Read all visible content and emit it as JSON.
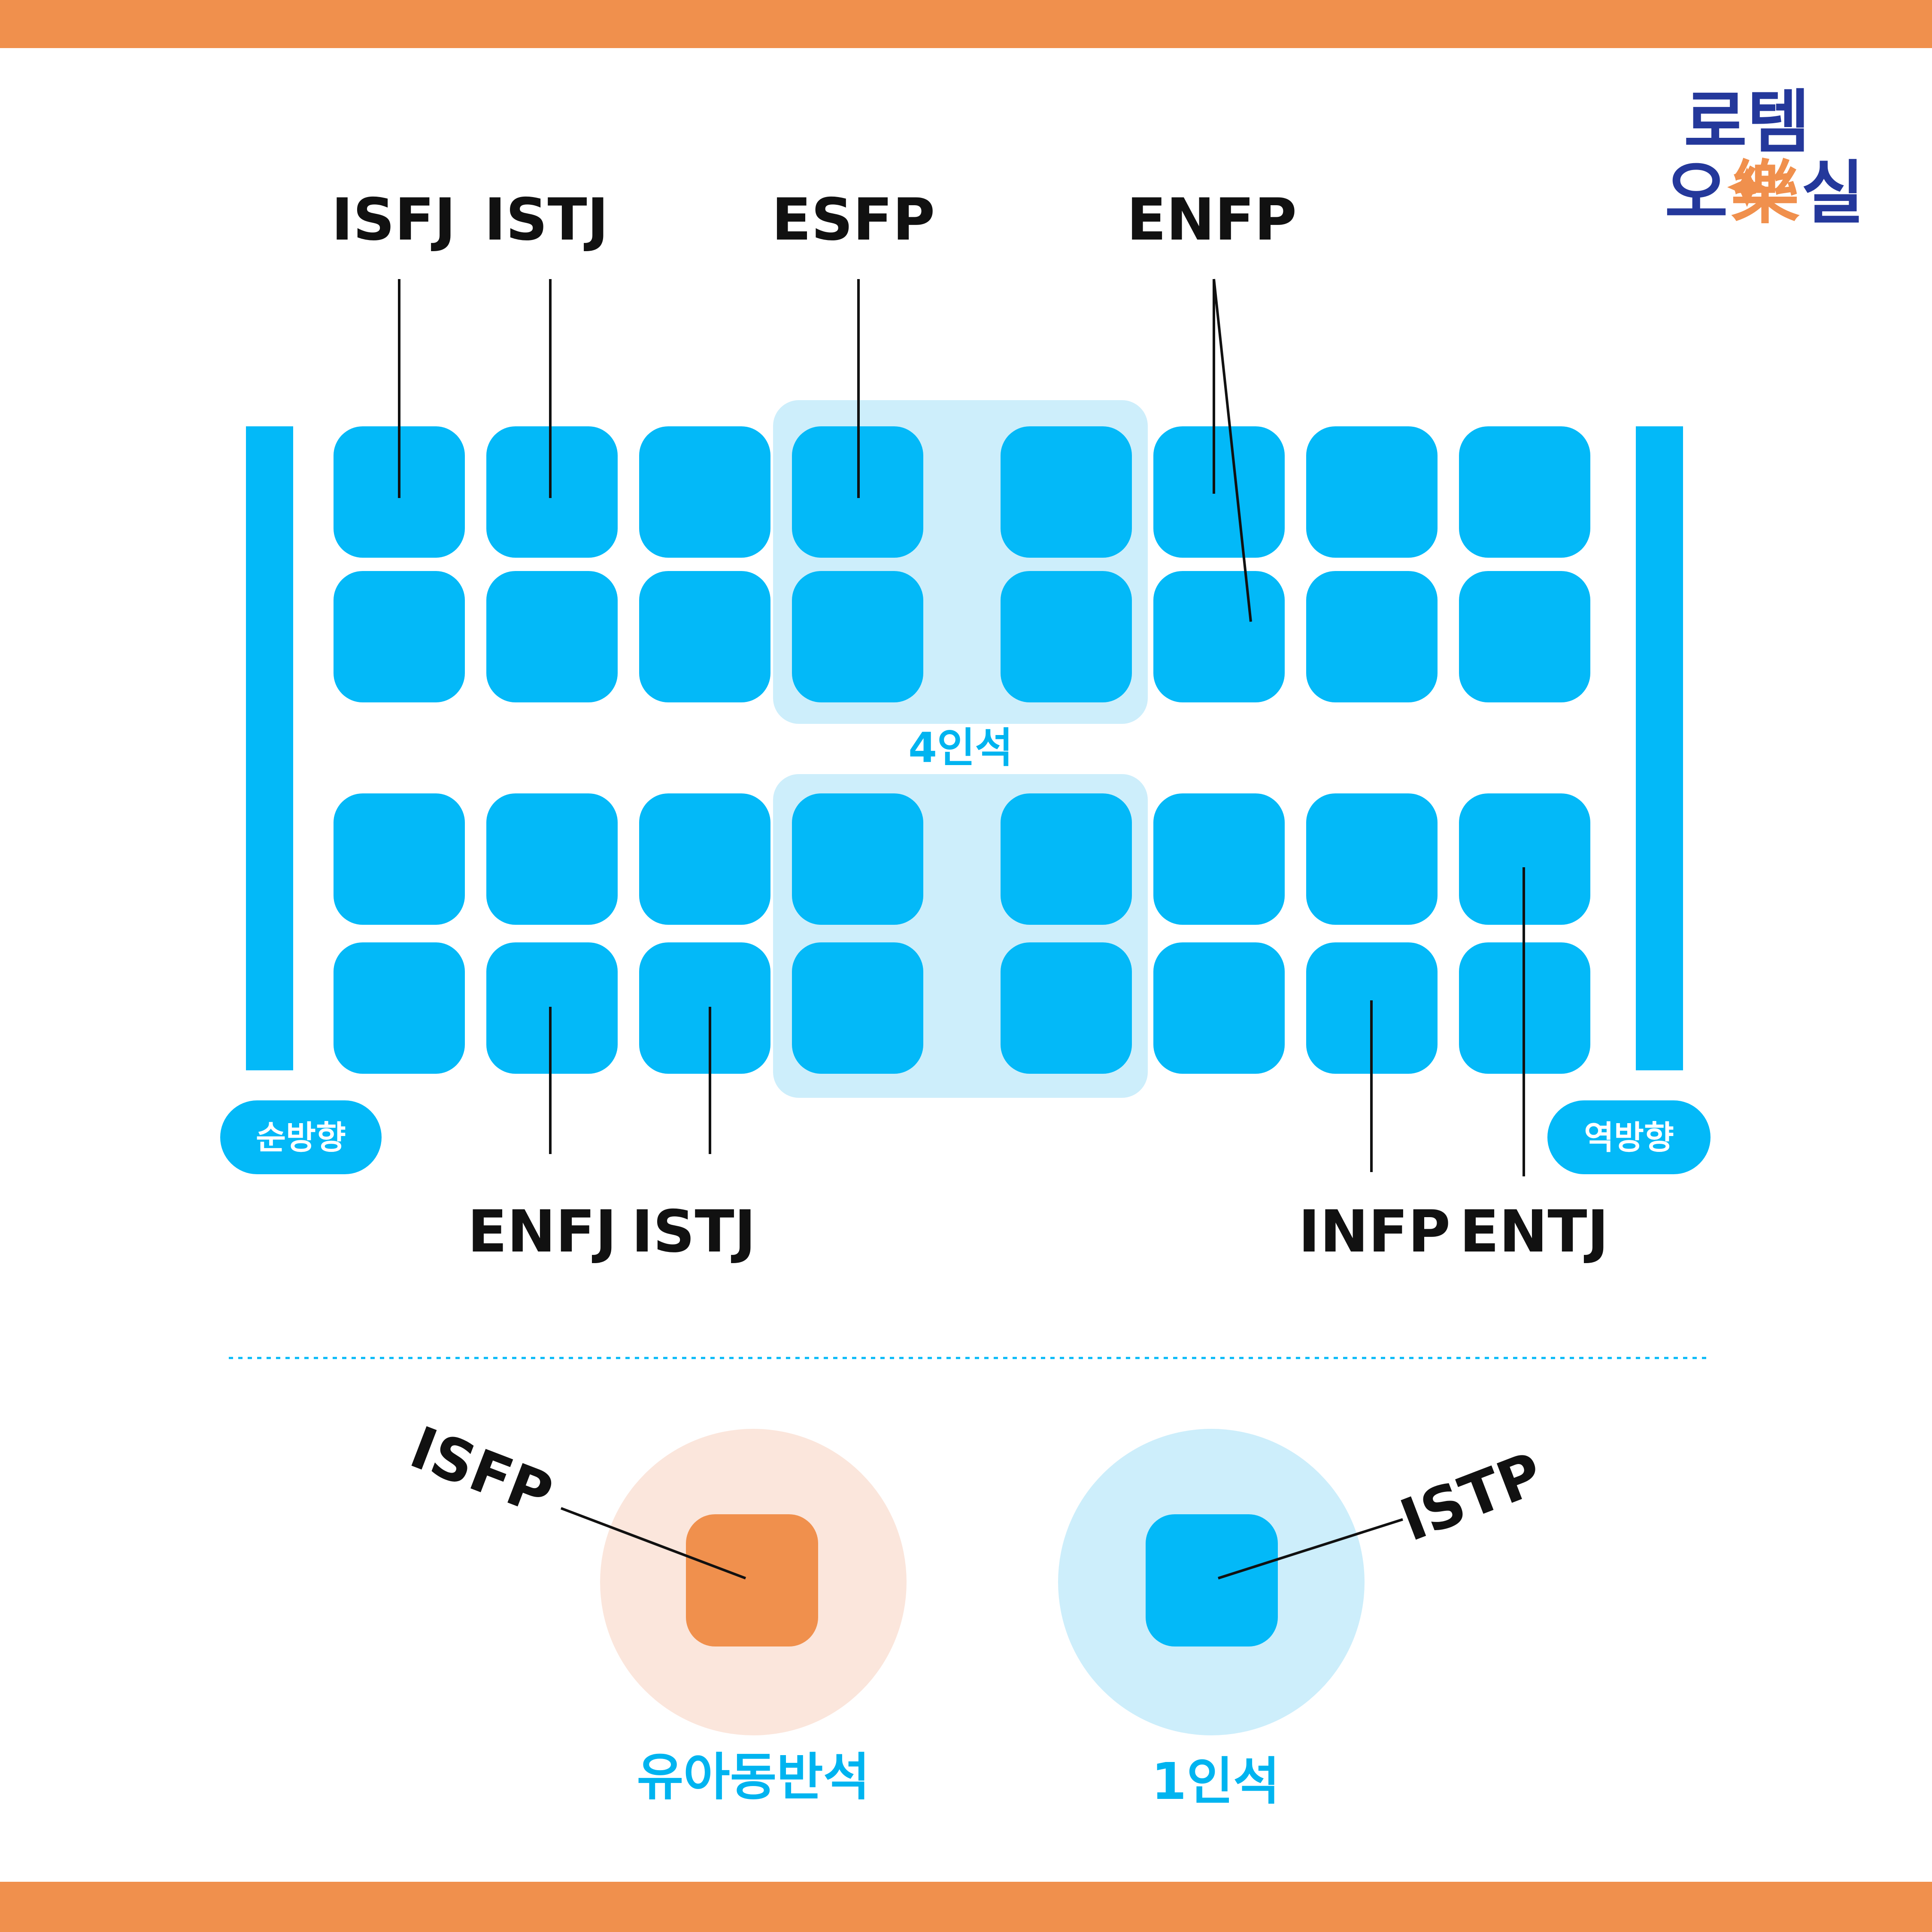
{
  "colors": {
    "seat": "#03b9f8",
    "seat_zone": "#cdeefb",
    "orange": "#f0904d",
    "orange_zone": "#fbe6dc",
    "label": "#111111",
    "caption": "#00b4f0",
    "logo_navy": "#24389b"
  },
  "logo": {
    "line1": "로템",
    "line2_a": "오",
    "line2_b": "樂",
    "line2_c": "실"
  },
  "top_labels": {
    "isfj": "ISFJ",
    "istj": "ISTJ",
    "esfp": "ESFP",
    "enfp": "ENFP"
  },
  "bottom_labels": {
    "enfj": "ENFJ",
    "istj": "ISTJ",
    "infp": "INFP",
    "entj": "ENTJ"
  },
  "zone_label": "4인석",
  "forward_label": "순방향",
  "backward_label": "역방향",
  "special": {
    "child_label": "ISFP",
    "child_caption": "유아동반석",
    "single_label": "ISTP",
    "single_caption": "1인석"
  }
}
